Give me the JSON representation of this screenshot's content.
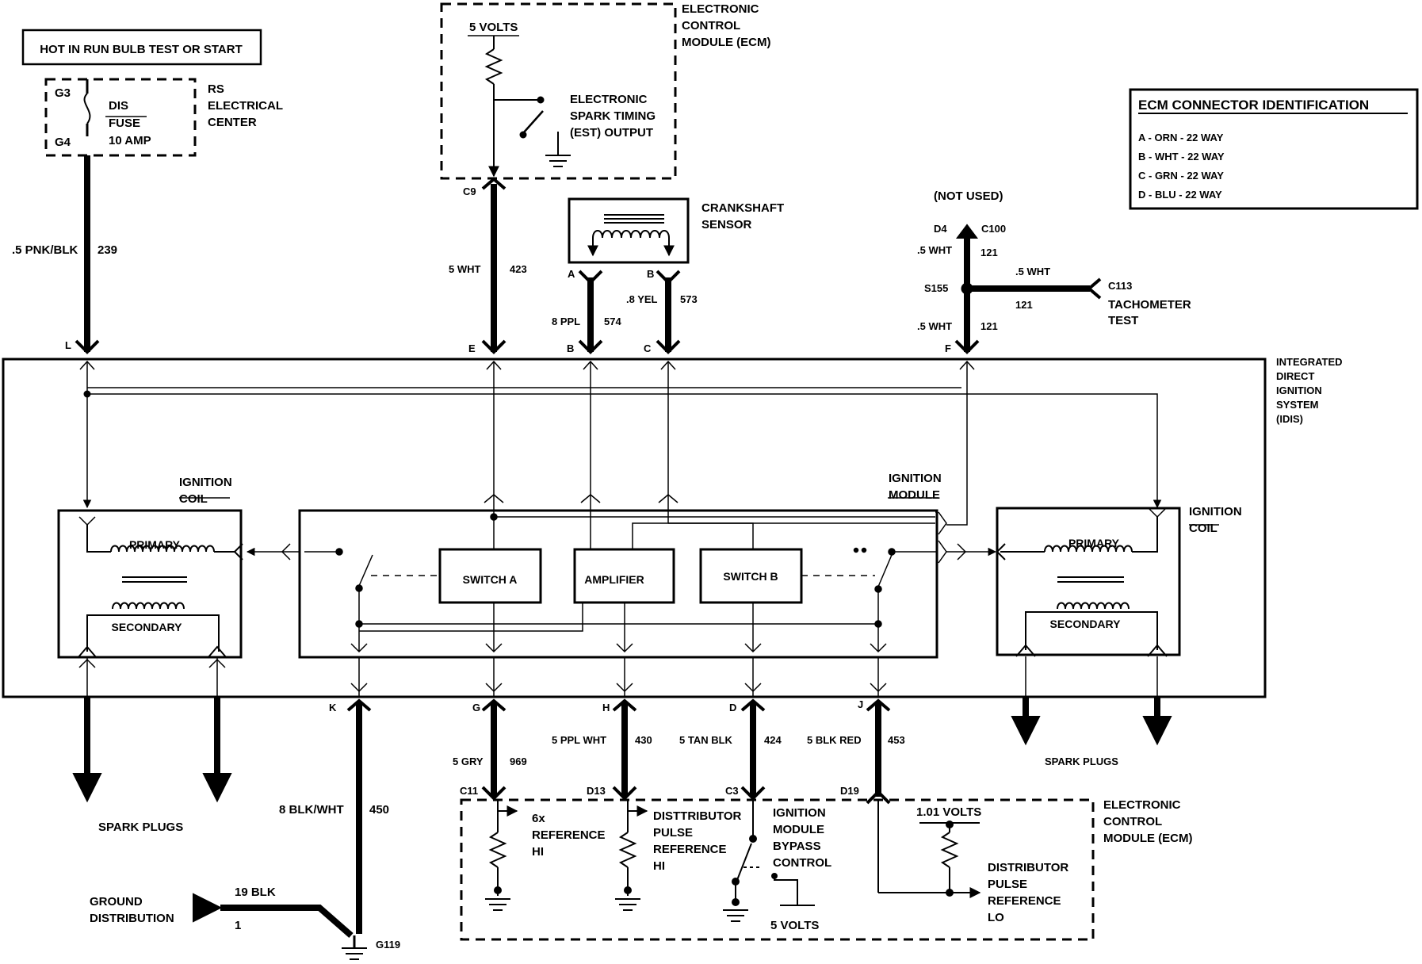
{
  "supply": {
    "box_label": "HOT IN RUN BULB TEST OR START",
    "fuse_terminal_top": "G3",
    "fuse_terminal_bottom": "G4",
    "fuse_name_1": "DIS",
    "fuse_name_2": "FUSE",
    "fuse_rating": "10 AMP",
    "center_label_1": "RS",
    "center_label_2": "ELECTRICAL",
    "center_label_3": "CENTER",
    "wire_gauge_color": ".5 PNK/BLK",
    "wire_circuit": "239"
  },
  "ecm_top": {
    "voltage": "5 VOLTS",
    "title_1": "ELECTRONIC",
    "title_2": "CONTROL",
    "title_3": "MODULE (ECM)",
    "output_1": "ELECTRONIC",
    "output_2": "SPARK TIMING",
    "output_3": "(EST) OUTPUT",
    "connector": "C9",
    "wire_gauge_color": "5 WHT",
    "wire_circuit": "423"
  },
  "crankshaft": {
    "label_1": "CRANKSHAFT",
    "label_2": "SENSOR",
    "pin_a": "A",
    "pin_b": "B",
    "wire_a_gauge_color": "8 PPL",
    "wire_a_circuit": "574",
    "wire_b_gauge_color": ".8 YEL",
    "wire_b_circuit": "573"
  },
  "tach": {
    "not_used": "(NOT USED)",
    "d4": "D4",
    "c100": "C100",
    "wire_up_gauge_color": ".5 WHT",
    "wire_up_circuit": "121",
    "splice": "S155",
    "wire_right_gauge_color": ".5 WHT",
    "wire_right_circuit": "121",
    "c113": "C113",
    "test_label_1": "TACHOMETER",
    "test_label_2": "TEST",
    "wire_down_gauge_color": ".5 WHT",
    "wire_down_circuit": "121"
  },
  "connector_id": {
    "title": "ECM CONNECTOR IDENTIFICATION",
    "rows": [
      "A - ORN - 22 WAY",
      "B - WHT - 22 WAY",
      "C - GRN - 22 WAY",
      "D - BLU - 22 WAY"
    ]
  },
  "idis": {
    "label_1": "INTEGRATED",
    "label_2": "DIRECT",
    "label_3": "IGNITION",
    "label_4": "SYSTEM",
    "label_5": "(IDIS)",
    "pin_l": "L",
    "pin_e": "E",
    "pin_b": "B",
    "pin_c": "C",
    "pin_f": "F",
    "pin_k": "K",
    "pin_g": "G",
    "pin_h": "H",
    "pin_d": "D",
    "pin_j": "J"
  },
  "coil_left": {
    "title_1": "IGNITION",
    "title_2": "COIL",
    "primary": "PRIMARY",
    "secondary": "SECONDARY"
  },
  "coil_right": {
    "title_1": "IGNITION",
    "title_2": "COIL",
    "primary": "PRIMARY",
    "secondary": "SECONDARY"
  },
  "module": {
    "title_1": "IGNITION",
    "title_2": "MODULE",
    "switch_a": "SWITCH A",
    "amplifier": "AMPLIFIER",
    "switch_b": "SWITCH B"
  },
  "spark_plugs_left": "SPARK PLUGS",
  "spark_plugs_right": "SPARK PLUGS",
  "ground": {
    "wire_k_gauge_color": "8 BLK/WHT",
    "wire_k_circuit": "450",
    "dist_label_1": "GROUND",
    "dist_label_2": "DISTRIBUTION",
    "dist_wire_gauge_color": "19 BLK",
    "dist_wire_circuit": "1",
    "ground_point": "G119"
  },
  "bottom_wires": {
    "g_gauge_color": "5 GRY",
    "g_circuit": "969",
    "h_gauge_color": "5 PPL WHT",
    "h_circuit": "430",
    "d_gauge_color": "5 TAN BLK",
    "d_circuit": "424",
    "j_gauge_color": "5 BLK RED",
    "j_circuit": "453"
  },
  "ecm_bottom": {
    "c11": "C11",
    "d13": "D13",
    "c3": "C3",
    "d19": "D19",
    "ref_hi_1": "6x",
    "ref_hi_2": "REFERENCE",
    "ref_hi_3": "HI",
    "dpr_1": "DISTTRIBUTOR",
    "dpr_2": "PULSE",
    "dpr_3": "REFERENCE",
    "dpr_4": "HI",
    "bypass_1": "IGNITION",
    "bypass_2": "MODULE",
    "bypass_3": "BYPASS",
    "bypass_4": "CONTROL",
    "voltage_5": "5 VOLTS",
    "voltage_1": "1.01 VOLTS",
    "lo_1": "DISTRIBUTOR",
    "lo_2": "PULSE",
    "lo_3": "REFERENCE",
    "lo_4": "LO",
    "title_1": "ELECTRONIC",
    "title_2": "CONTROL",
    "title_3": "MODULE (ECM)"
  }
}
